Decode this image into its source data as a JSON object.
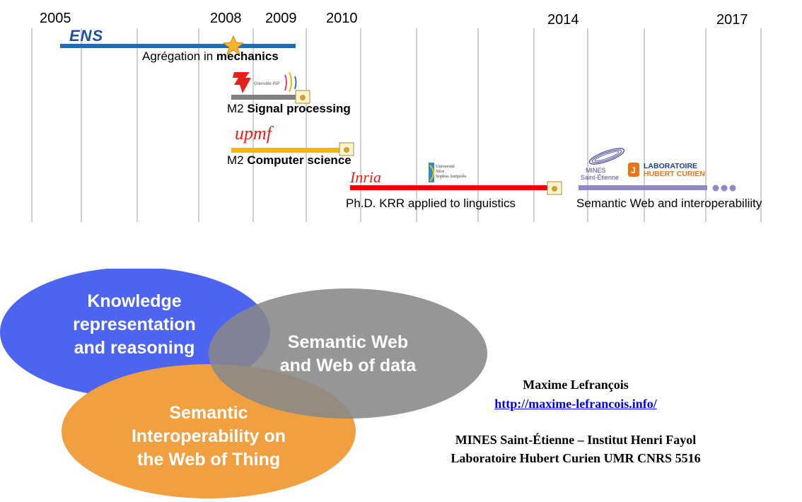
{
  "timeline": {
    "years": [
      "2005",
      "2008",
      "2009",
      "2010",
      "2014",
      "2017"
    ],
    "items": [
      {
        "prefix": "Agrégation in ",
        "bold": "mechanics",
        "logo": "ENS",
        "color": "#1f6db5"
      },
      {
        "prefix": "M2 ",
        "bold": "Signal processing",
        "logo": "Grenoble INP",
        "color": "#808080"
      },
      {
        "prefix": "M2 ",
        "bold": "Computer science",
        "logo": "upmf",
        "color": "#f5b800"
      },
      {
        "prefix": "",
        "bold": "",
        "text": "Ph.D. KRR applied to linguistics",
        "logo": "Inria",
        "color": "#ee0000"
      },
      {
        "prefix": "",
        "bold": "",
        "text": "Semantic Web and interoperabiliity",
        "logo": "MINES Saint-Étienne",
        "color": "#9189c6"
      }
    ],
    "logos": {
      "ens": "ENS",
      "inp": "Grenoble INP",
      "upmf": "upmf",
      "inria": "Inria",
      "unice": [
        "Université",
        "Nice",
        "Sophia Antipolis"
      ],
      "mines": [
        "MINES",
        "Saint-Étienne"
      ],
      "lhc": [
        "LABORATOIRE",
        "HUBERT CURIEN"
      ]
    }
  },
  "venn": {
    "kr": {
      "lines": [
        "Knowledge",
        "representation",
        "and reasoning"
      ],
      "color": "#4c64f0"
    },
    "sw": {
      "lines": [
        "Semantic Web",
        "and Web of data"
      ],
      "color": "#878787"
    },
    "iot": {
      "lines": [
        "Semantic",
        "Interoperability on",
        "the Web of Thing"
      ],
      "color": "#f0a040"
    }
  },
  "author": {
    "name": "Maxime Lefrançois",
    "url": "http://maxime-lefrancois.info/",
    "affiliation1": "MINES Saint-Étienne – Institut Henri Fayol",
    "affiliation2": "Laboratoire Hubert Curien UMR CNRS 5516"
  }
}
